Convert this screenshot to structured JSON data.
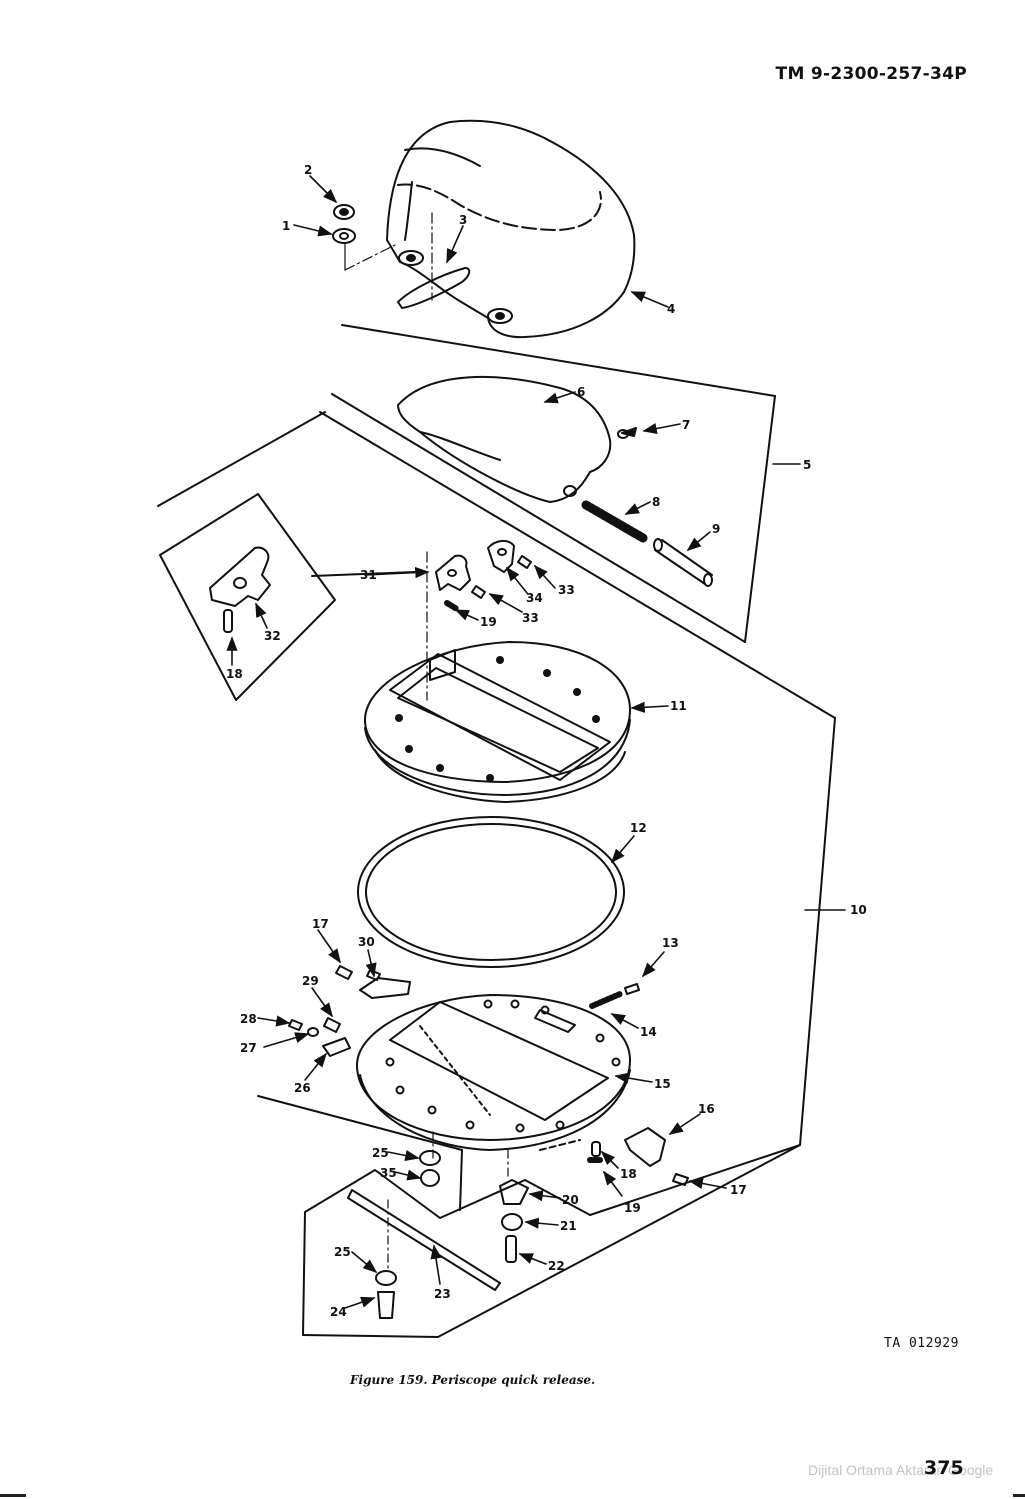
{
  "header": {
    "document_id": "TM 9-2300-257-34P"
  },
  "figure": {
    "caption": "Figure 159. Periscope quick release.",
    "ta_number": "TA  012929",
    "callouts": [
      "1",
      "2",
      "3",
      "4",
      "5",
      "6",
      "7",
      "8",
      "9",
      "10",
      "11",
      "12",
      "13",
      "14",
      "15",
      "16",
      "17",
      "17",
      "18",
      "18",
      "18",
      "19",
      "19",
      "20",
      "21",
      "22",
      "23",
      "24",
      "25",
      "25",
      "26",
      "27",
      "28",
      "29",
      "30",
      "31",
      "32",
      "33",
      "33",
      "34",
      "35"
    ]
  },
  "footer": {
    "watermark": "Dijital Ortama Aktaran Google",
    "page_number": "375"
  }
}
